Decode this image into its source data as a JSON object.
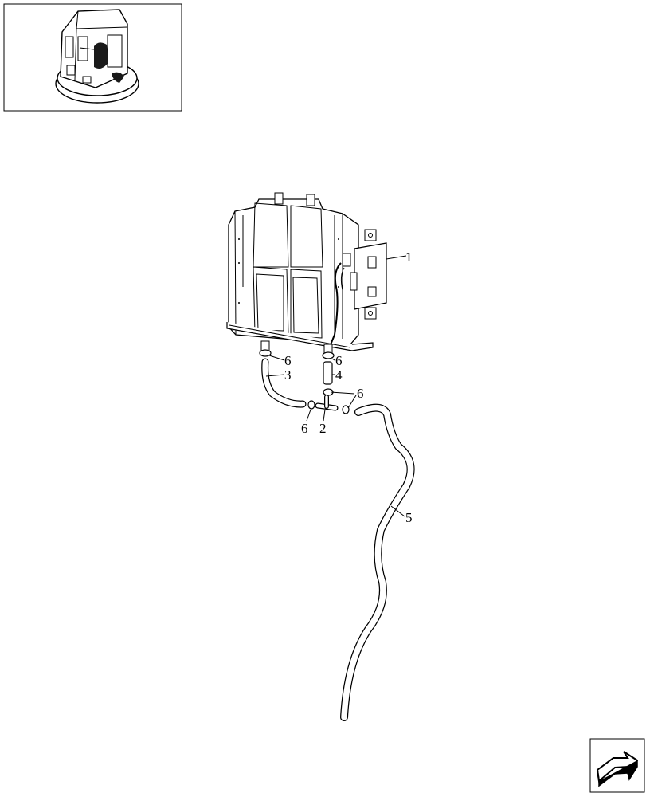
{
  "diagram": {
    "callouts": [
      {
        "id": "callout-1",
        "label": "1"
      },
      {
        "id": "callout-2",
        "label": "2"
      },
      {
        "id": "callout-3",
        "label": "3"
      },
      {
        "id": "callout-4",
        "label": "4"
      },
      {
        "id": "callout-5",
        "label": "5"
      },
      {
        "id": "callout-6a",
        "label": "6"
      },
      {
        "id": "callout-6b",
        "label": "6"
      },
      {
        "id": "callout-6c",
        "label": "6"
      },
      {
        "id": "callout-6d",
        "label": "6"
      }
    ]
  },
  "navigation": {
    "icon": "next-page-arrow-icon"
  },
  "colors": {
    "line": "#000000",
    "background": "#ffffff",
    "shade": "#1a1a1a"
  }
}
